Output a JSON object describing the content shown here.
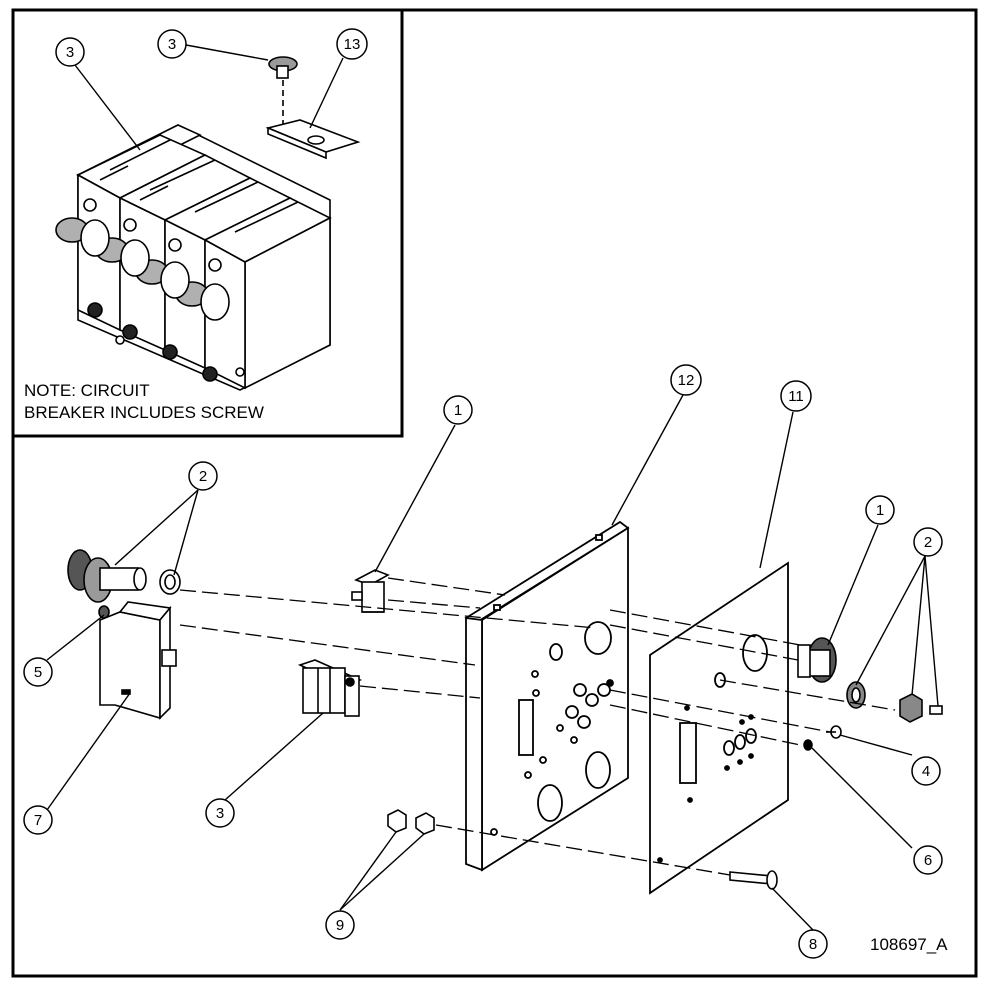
{
  "inset": {
    "note_line1": "NOTE: CIRCUIT",
    "note_line2": "BREAKER INCLUDES SCREW"
  },
  "part_number": "108697_A",
  "callouts": {
    "inset_3a": "3",
    "inset_3b": "3",
    "inset_13": "13",
    "c1_left": "1",
    "c12": "12",
    "c11": "11",
    "c2_left": "2",
    "c1_right": "1",
    "c2_right": "2",
    "c5": "5",
    "c7": "7",
    "c3": "3",
    "c4": "4",
    "c6": "6",
    "c9": "9",
    "c8": "8"
  },
  "colors": {
    "line": "#000000",
    "part_fill": "#ffffff",
    "shade_light": "#d9d9d9",
    "shade_dark": "#8a8a8a"
  }
}
